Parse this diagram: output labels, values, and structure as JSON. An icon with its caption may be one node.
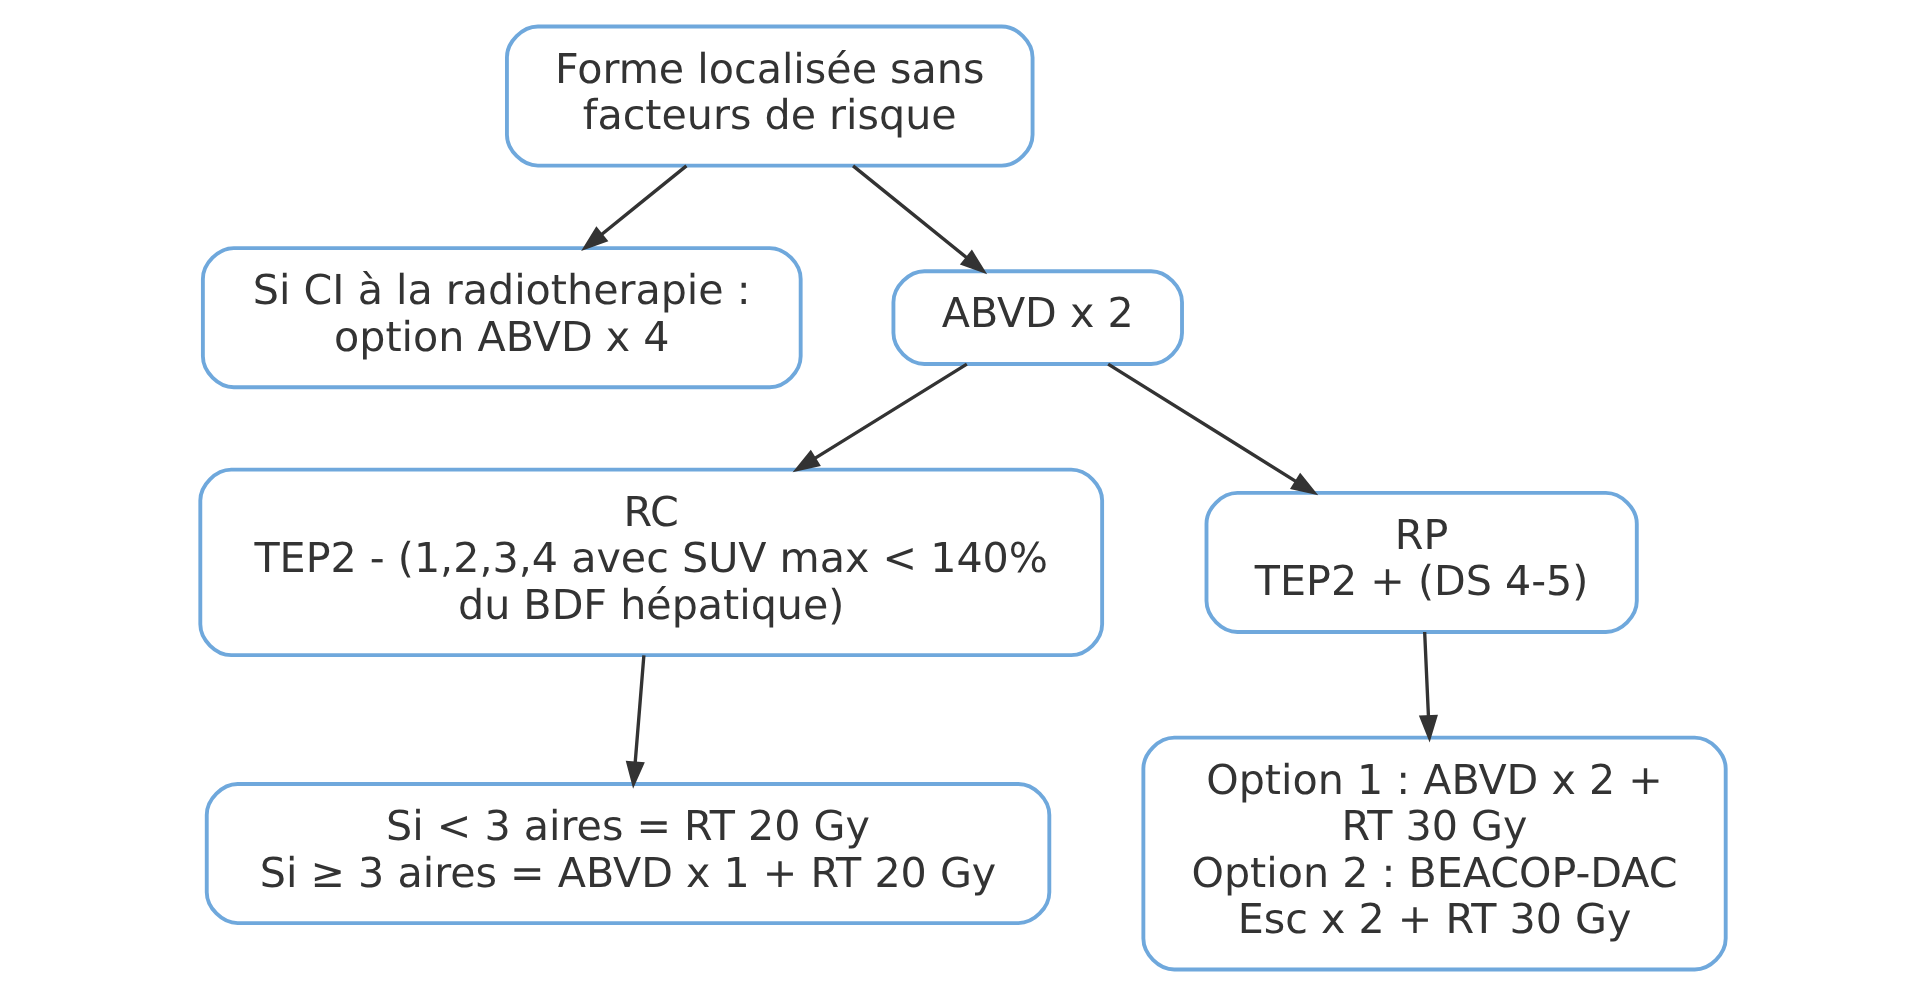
{
  "diagram": {
    "nodes": [
      {
        "text": [
          "Forme localisée sans facteurs de risque"
        ]
      },
      {
        "text": [
          "Si CI à la radiotherapie : option ABVD x 4"
        ]
      },
      {
        "text": [
          "ABVD x 2"
        ]
      },
      {
        "text": [
          "RC",
          "TEP2 - (1,2,3,4 avec SUV max < 140% du BDF hépatique)"
        ]
      },
      {
        "text": [
          "RP",
          "TEP2 + (DS 4-5)"
        ]
      },
      {
        "text": [
          "Si < 3 aires = RT 20 Gy",
          "Si ≥ 3 aires = ABVD x 1 + RT 20 Gy"
        ]
      },
      {
        "text": [
          "Option 1 : ABVD x 2 + RT 30 Gy",
          "Option 2 : BEACOP-DAC Esc x 2 + RT 30 Gy"
        ]
      }
    ],
    "edges": [
      {
        "from": 0,
        "to": 1,
        "arrow": "to"
      },
      {
        "from": 0,
        "to": 2,
        "arrow": "to"
      },
      {
        "from": 2,
        "to": 3,
        "arrow": "to"
      },
      {
        "from": 2,
        "to": 4,
        "arrow": "to"
      },
      {
        "from": 3,
        "to": 5,
        "arrow": "to"
      },
      {
        "from": 4,
        "to": 6,
        "arrow": "to"
      }
    ]
  }
}
